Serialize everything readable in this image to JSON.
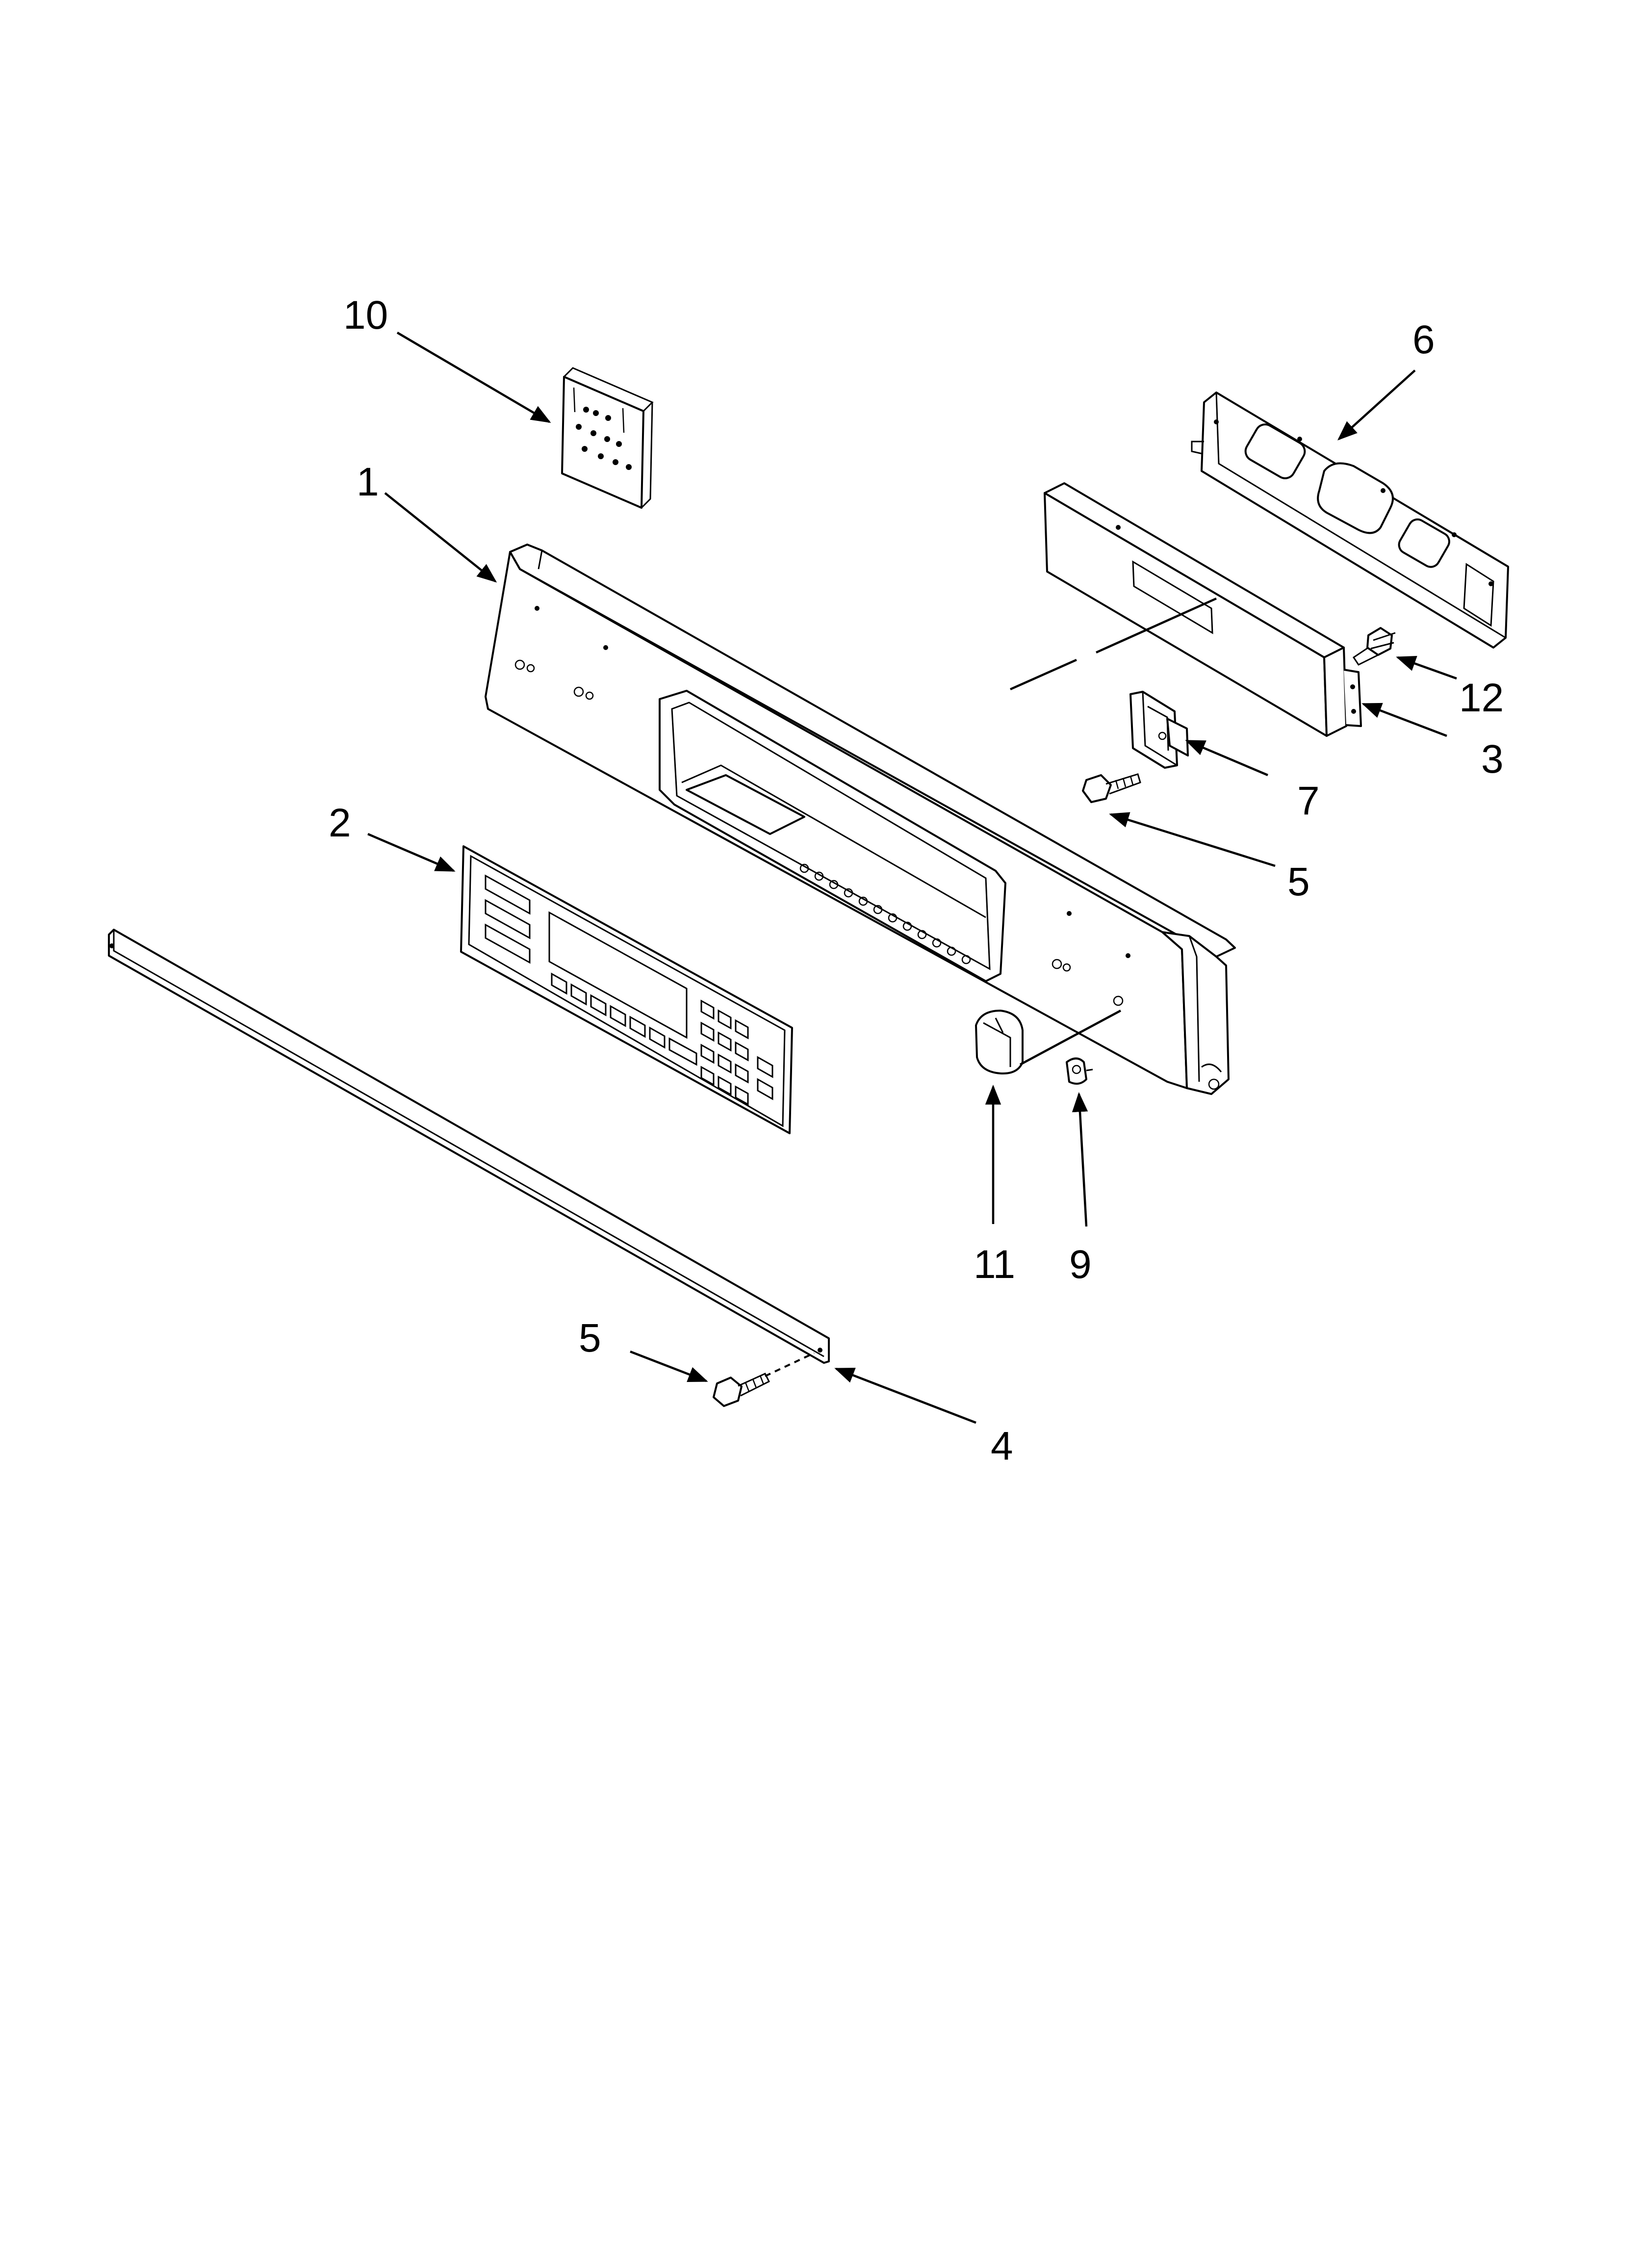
{
  "callouts": {
    "c1": "1",
    "c2": "2",
    "c3": "3",
    "c4": "4",
    "c5_upper": "5",
    "c5_lower": "5",
    "c6": "6",
    "c7": "7",
    "c9": "9",
    "c10": "10",
    "c11": "11",
    "c12": "12"
  }
}
